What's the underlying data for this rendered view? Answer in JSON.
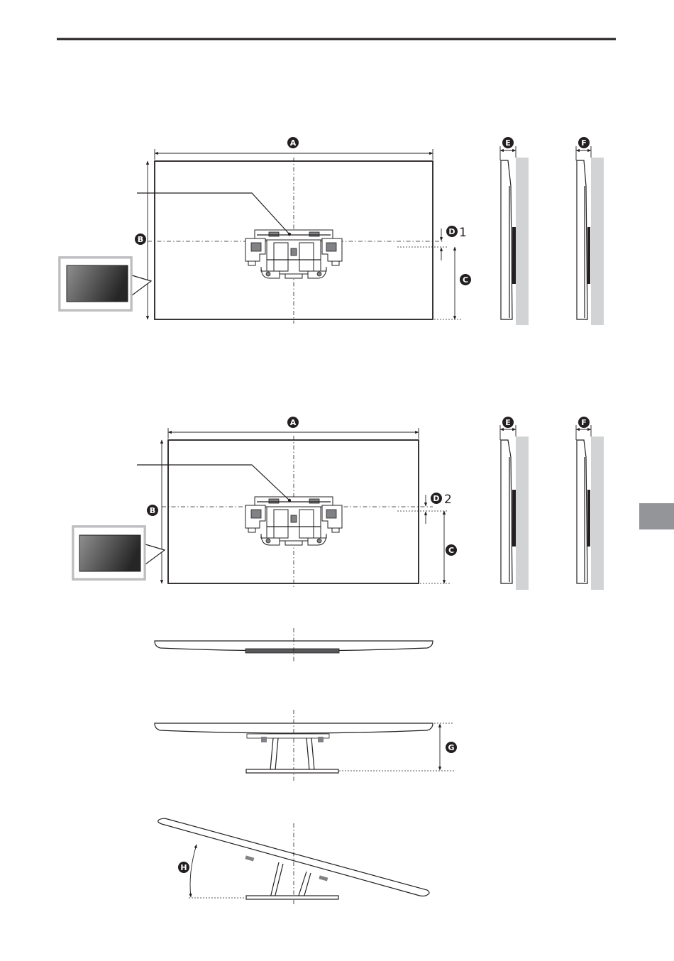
{
  "labels": {
    "A": "A",
    "B": "B",
    "C": "C",
    "D": "D",
    "E": "E",
    "F": "F",
    "G": "G",
    "H": "H"
  },
  "d_suffix_1": "1",
  "d_suffix_2": "2",
  "colors": {
    "line": "#231f20",
    "wall": "#d1d3d4",
    "side_tab": "#939598",
    "screen_gradient_from": "#8a8a8a",
    "screen_gradient_to": "#2b2b2b"
  }
}
